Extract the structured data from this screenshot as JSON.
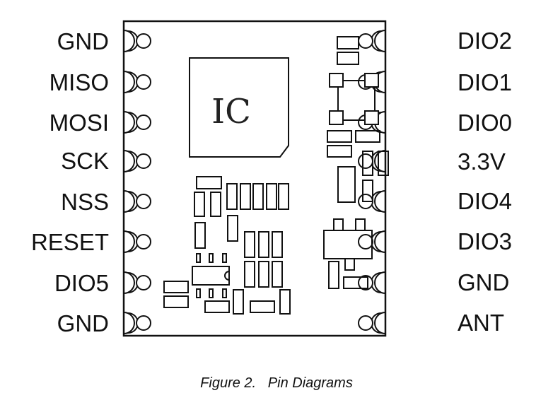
{
  "left_pins": [
    "GND",
    "MISO",
    "MOSI",
    "SCK",
    "NSS",
    "RESET",
    "DIO5",
    "GND"
  ],
  "right_pins": [
    "DIO2",
    "DIO1",
    "DIO0",
    "3.3V",
    "DIO4",
    "DIO3",
    "GND",
    "ANT"
  ],
  "chip_label": "IC",
  "caption": {
    "figure": "Figure 2.",
    "title": "Pin Diagrams"
  }
}
